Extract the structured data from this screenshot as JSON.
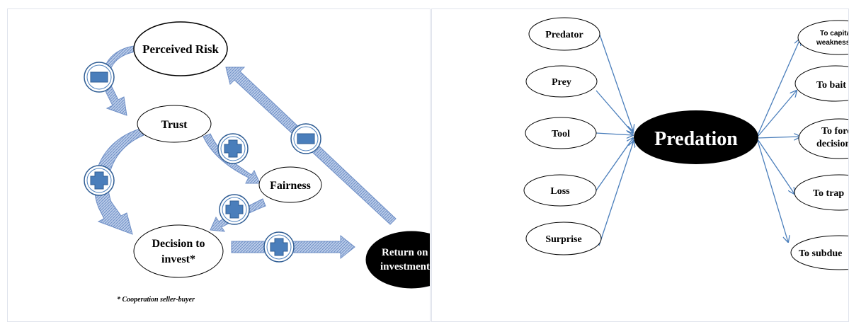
{
  "left": {
    "nodes": {
      "perceived_risk": "Perceived Risk",
      "trust": "Trust",
      "fairness": "Fairness",
      "decision_line1": "Decision to",
      "decision_line2": "invest*",
      "return_line1": "Return on",
      "return_line2": "investment"
    },
    "footnote": "* Cooperation seller-buyer",
    "colors": {
      "sign_fill": "#4a7ebb",
      "sign_ring": "#2f5d94",
      "arrow_fill": "#8ea9d8"
    }
  },
  "right": {
    "center": "Predation",
    "inputs": [
      "Predator",
      "Prey",
      "Tool",
      "Loss",
      "Surprise"
    ],
    "outputs": [
      {
        "line1": "To capitalize",
        "line2": "weakness"
      },
      {
        "line1": "To bait",
        "line2": ""
      },
      {
        "line1": "To force",
        "line2": "decision"
      },
      {
        "line1": "To trap",
        "line2": ""
      },
      {
        "line1": "To subdue",
        "line2": ""
      }
    ],
    "colors": {
      "arrow": "#4a7ebb",
      "center_fill": "#000000"
    }
  }
}
